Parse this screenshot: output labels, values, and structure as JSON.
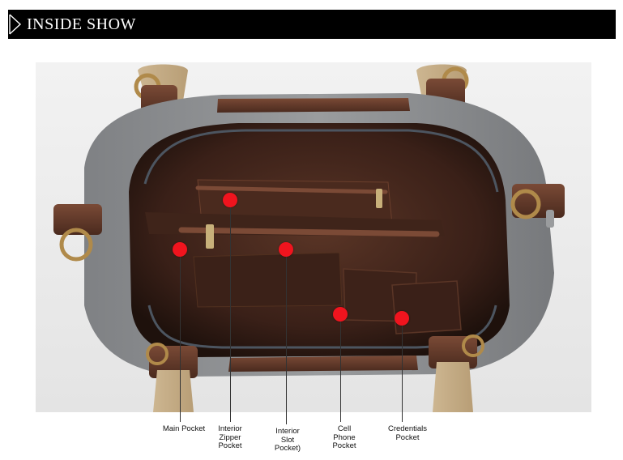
{
  "header": {
    "title": "INSIDE SHOW",
    "arrow_icon": "triangle-outline-right-icon",
    "background": "#000000",
    "text_color": "#ffffff"
  },
  "photo": {
    "subject": "bag-interior-photo",
    "accent_marker": "#f0141e"
  },
  "callouts": [
    {
      "id": "main-pocket",
      "lines": [
        "Main Pocket"
      ]
    },
    {
      "id": "interior-zipper-pocket",
      "lines": [
        "Interior",
        "Zipper",
        "Pocket"
      ]
    },
    {
      "id": "interior-slot-pocket",
      "lines": [
        "Interior",
        "Slot",
        "Pocket)"
      ]
    },
    {
      "id": "cell-phone-pocket",
      "lines": [
        "Cell",
        "Phone",
        "Pocket"
      ]
    },
    {
      "id": "credentials-pocket",
      "lines": [
        "Credentials",
        "Pocket"
      ]
    }
  ]
}
